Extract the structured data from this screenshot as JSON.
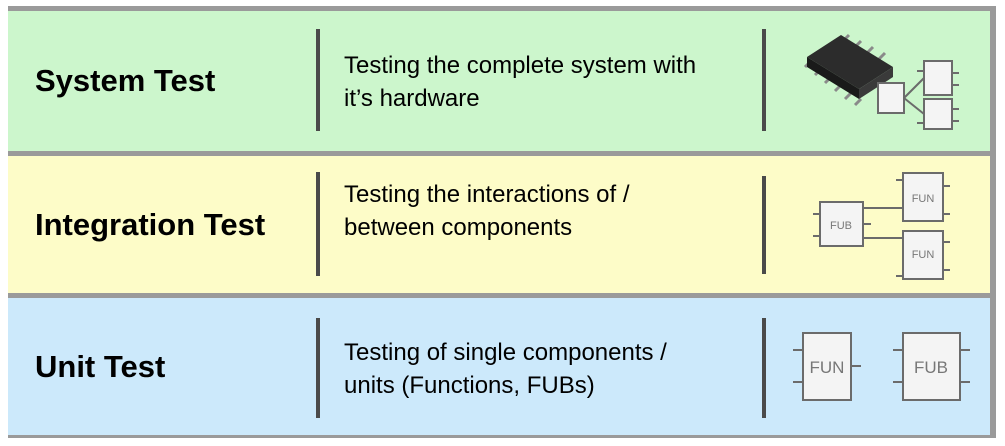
{
  "colors": {
    "system_bg": "#ccf6cc",
    "integration_bg": "#fdfcc8",
    "unit_bg": "#cce9fb",
    "border": "#9a9a9a",
    "divider": "#4a4a4a",
    "box_stroke": "#6b6b6b",
    "chip": "#2c2c2c"
  },
  "rows": [
    {
      "title": "System Test",
      "desc_line1": "Testing the complete system with",
      "desc_line2": "it’s hardware",
      "icon": "chip-with-functions-icon"
    },
    {
      "title": "Integration Test",
      "desc_line1": "Testing the interactions of /",
      "desc_line2": "between components",
      "icon": "connected-components-icon",
      "labels": [
        "FUB",
        "FUN",
        "FUN"
      ]
    },
    {
      "title": "Unit Test",
      "desc_line1": "Testing of single components /",
      "desc_line2": "units (Functions, FUBs)",
      "icon": "single-units-icon",
      "labels": [
        "FUN",
        "FUB"
      ]
    }
  ]
}
